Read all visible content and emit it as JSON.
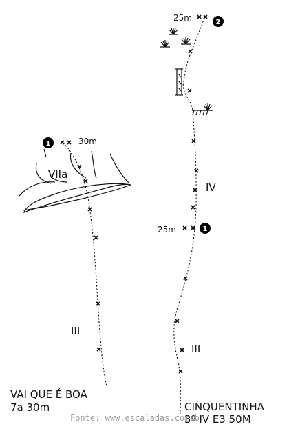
{
  "routes": [
    {
      "name": "VAI QUE É BOA",
      "info": "7a 30m",
      "crux_grade": "VIIa",
      "lower_grade": "III",
      "anchor": {
        "number": "1",
        "length": "30m"
      }
    },
    {
      "name": "CINQUENTINHA",
      "info": "3º IV E3 50M",
      "upper_grade": "IV",
      "lower_grade": "III",
      "anchor_1": {
        "number": "1",
        "length": "25m"
      },
      "anchor_2": {
        "number": "2",
        "length": "25m"
      }
    }
  ],
  "source": "Fonte: www.escaladas.com.br",
  "colors": {
    "line": "#111111",
    "badge": "#000000",
    "source_text": "#9a9a9a"
  },
  "icons": [
    "grass-tuft-icon",
    "bolt-icon",
    "anchor-badge-icon"
  ]
}
